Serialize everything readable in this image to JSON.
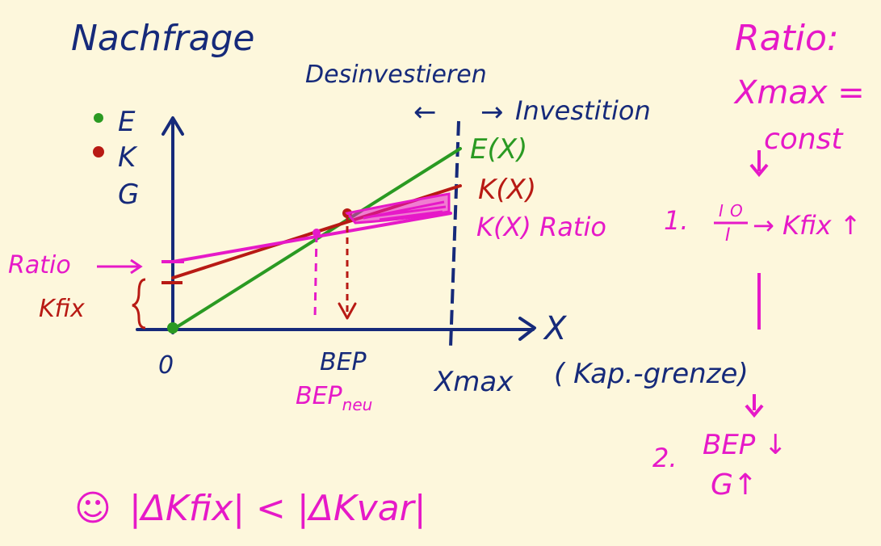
{
  "title": "Nachfrage",
  "top_label": "Desinvestieren",
  "direction": {
    "left": "←",
    "right": "→",
    "right_label": "Investition"
  },
  "legend": {
    "e": "E",
    "k": "K",
    "g": "G"
  },
  "axis": {
    "x_label": "X",
    "origin": "0",
    "bep": "BEP",
    "bep_new": "BEP",
    "bep_new_sub": "neu",
    "xmax": "Xmax",
    "xmax_note": "( Kap.-grenze)"
  },
  "left_labels": {
    "ratio": "Ratio",
    "kfix": "Kfix"
  },
  "curves": {
    "e": "E(X)",
    "k": "K(X)",
    "k_ratio": "K(X) Ratio"
  },
  "notes": {
    "ratio_title": "Ratio:",
    "xmax_eq": "Xmax =",
    "const": "const",
    "step1_num": "1.",
    "step1_text": "→ Kfix ↑",
    "step2_num": "2.",
    "step2_bep": "BEP ↓",
    "step2_g": "G↑"
  },
  "bottom": {
    "smiley": "☺",
    "formula": "|ΔKfix| < |ΔKvar|"
  },
  "colors": {
    "background": "#fdf7dc",
    "navy": "#162a7a",
    "magenta": "#e619c8",
    "green": "#2a9a22",
    "red": "#b81a14"
  }
}
